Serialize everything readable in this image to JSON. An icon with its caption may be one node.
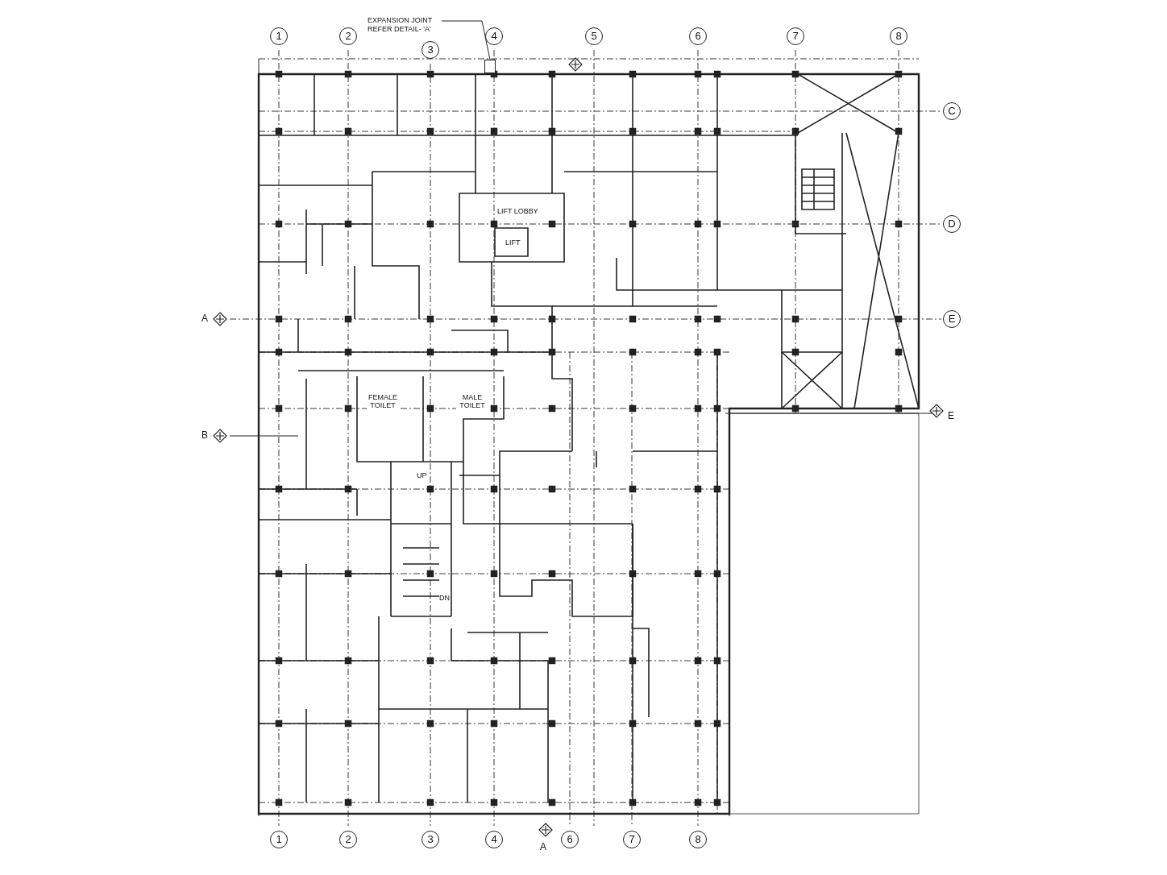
{
  "diagram": {
    "nodes": [
      {
        "text": [
          "EXPANSION JOINT REFER DETAIL- 'A'"
        ]
      },
      {
        "text": [
          "1"
        ]
      },
      {
        "text": [
          "2"
        ]
      },
      {
        "text": [
          "3"
        ]
      },
      {
        "text": [
          "4"
        ]
      },
      {
        "text": [
          "5"
        ]
      },
      {
        "text": [
          "6"
        ]
      },
      {
        "text": [
          "7"
        ]
      },
      {
        "text": [
          "8"
        ]
      },
      {
        "text": [
          "C"
        ]
      },
      {
        "text": [
          "D"
        ]
      },
      {
        "text": [
          "E"
        ]
      },
      {
        "text": [
          "1"
        ]
      },
      {
        "text": [
          "2"
        ]
      },
      {
        "text": [
          "3"
        ]
      },
      {
        "text": [
          "4"
        ]
      },
      {
        "text": [
          "6"
        ]
      },
      {
        "text": [
          "7"
        ]
      },
      {
        "text": [
          "8"
        ]
      },
      {
        "text": [],
        "shape": "bar"
      }
    ],
    "edges": [
      {
        "from": 0,
        "to": 19,
        "arrow": "none"
      }
    ],
    "labels": [
      "A",
      "LIFT LOBBY",
      "LIFT",
      "E",
      "B",
      "FEMALE TOILET",
      "MALE TOILET",
      "UP",
      "DN",
      "A"
    ]
  }
}
